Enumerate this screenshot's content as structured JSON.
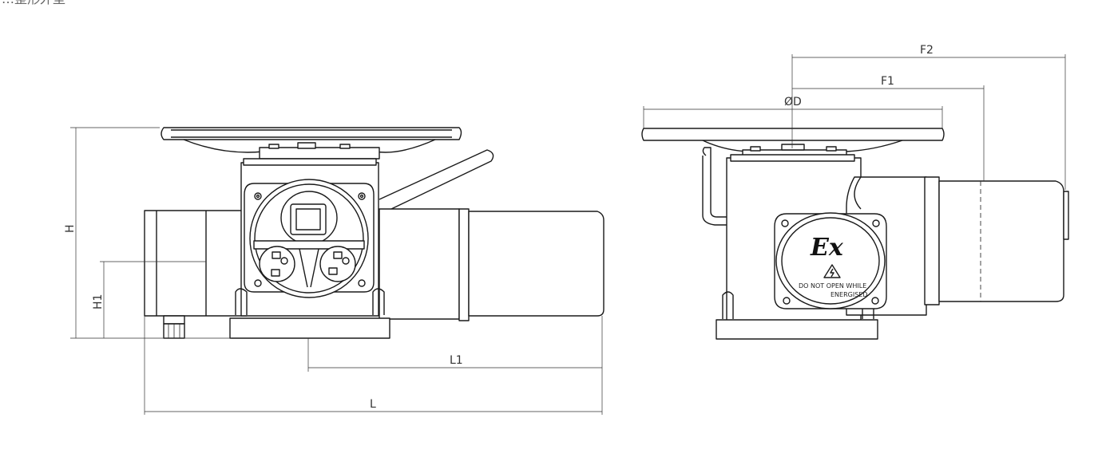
{
  "header": {
    "cut_title": "…整形外型"
  },
  "dimensions": {
    "h": "H",
    "h1": "H1",
    "l": "L",
    "l1": "L1",
    "d": "ØD",
    "f1": "F1",
    "f2": "F2"
  },
  "ex_cover": {
    "mark": "Ex",
    "warning_line1": "DO NOT OPEN WHILE",
    "warning_line2": "ENERGISED"
  },
  "colors": {
    "stroke": "#1a1a1a",
    "background": "#ffffff"
  }
}
